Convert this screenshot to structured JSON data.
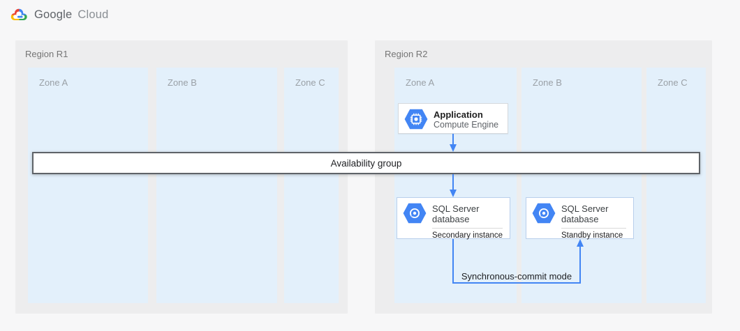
{
  "header": {
    "brand_primary": "Google",
    "brand_secondary": "Cloud",
    "logo_icon": "google-cloud-logo-icon"
  },
  "regions": [
    {
      "label": "Region R1",
      "zones": [
        "Zone A",
        "Zone B",
        "Zone C"
      ]
    },
    {
      "label": "Region R2",
      "zones": [
        "Zone A",
        "Zone B",
        "Zone C"
      ]
    }
  ],
  "availability_group": {
    "label": "Availability group"
  },
  "nodes": {
    "application": {
      "title": "Application",
      "subtitle": "Compute Engine",
      "icon": "compute-engine-icon"
    },
    "sql_secondary": {
      "title": "SQL Server database",
      "instance": "Secondary instance",
      "icon": "cloud-sql-icon"
    },
    "sql_standby": {
      "title": "SQL Server database",
      "instance": "Standby instance",
      "icon": "cloud-sql-icon"
    }
  },
  "connections": {
    "sync_label": "Synchronous-commit mode"
  },
  "colors": {
    "accent_blue": "#4285f4",
    "zone_fill": "#e3f0fb",
    "region_fill": "#ededee",
    "page_background": "#f7f7f8",
    "band_border": "#5f6368",
    "sql_box_border": "#b9cfec",
    "logo_red": "#ea4335",
    "logo_yellow": "#fbbc05",
    "logo_green": "#34a853"
  }
}
